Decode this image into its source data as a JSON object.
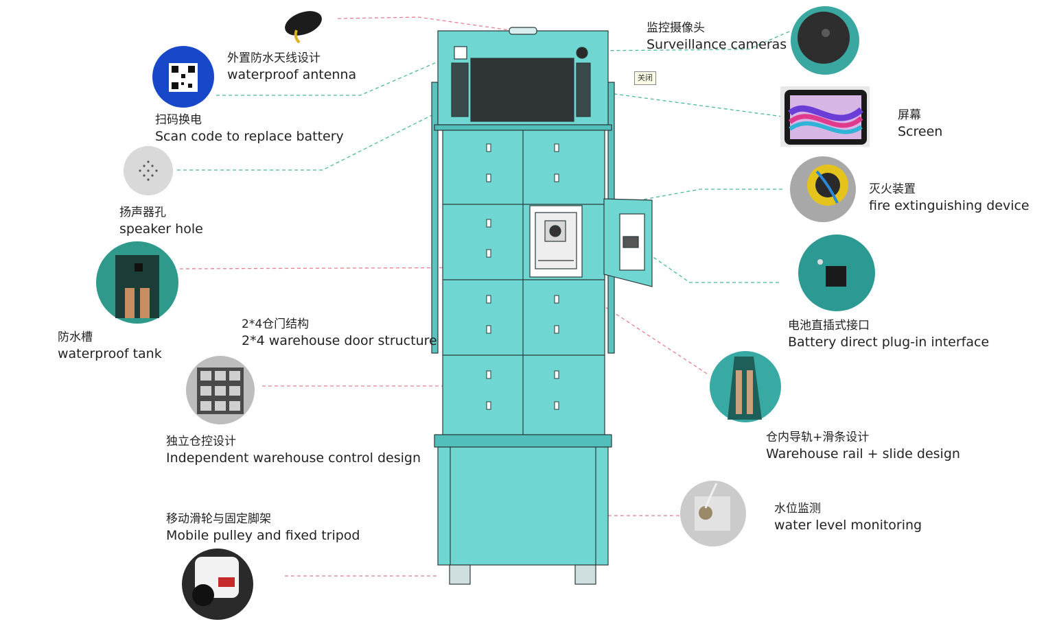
{
  "labels": {
    "antenna": {
      "zh": "外置防水天线设计",
      "en": "waterproof antenna"
    },
    "scan": {
      "zh": "扫码换电",
      "en": "Scan code to replace battery"
    },
    "speaker": {
      "zh": "扬声器孔",
      "en": "speaker hole"
    },
    "tank": {
      "zh": "防水槽",
      "en": "waterproof tank"
    },
    "door": {
      "zh": "2*4仓门结构",
      "en": "2*4 warehouse door structure"
    },
    "control": {
      "zh": "独立仓控设计",
      "en": "Independent warehouse control design"
    },
    "pulley": {
      "zh": "移动滑轮与固定脚架",
      "en": "Mobile pulley and fixed tripod"
    },
    "camera": {
      "zh": "监控摄像头",
      "en": "Surveillance cameras"
    },
    "screen": {
      "zh": "屏幕",
      "en": "Screen"
    },
    "fire": {
      "zh": "灭火装置",
      "en": "fire extinguishing device"
    },
    "plug": {
      "zh": "电池直插式接口",
      "en": "Battery direct plug-in interface"
    },
    "rail": {
      "zh": "仓内导轨+滑条设计",
      "en": "Warehouse rail + slide design"
    },
    "water": {
      "zh": "水位监测",
      "en": "water level monitoring"
    }
  },
  "close_tag": "关闭",
  "colors": {
    "cabinet": "#6fd6d2",
    "cabinet_dark": "#3fb3ae",
    "outline": "#2b3a3a",
    "line_green": "#49b89a",
    "line_red": "#e87d8e",
    "qr_blue": "#1847c9"
  },
  "icons": {
    "antenna": "antenna-puck-icon",
    "scan": "qr-code-icon",
    "speaker": "speaker-grille-icon",
    "tank": "waterproof-tank-photo",
    "control": "control-board-photo",
    "pulley": "caster-wheel-photo",
    "camera": "camera-dome-photo",
    "screen": "tablet-screen-icon",
    "fire": "fire-extinguisher-photo",
    "plug": "plug-interface-photo",
    "rail": "rail-slide-photo",
    "water": "water-sensor-photo"
  }
}
